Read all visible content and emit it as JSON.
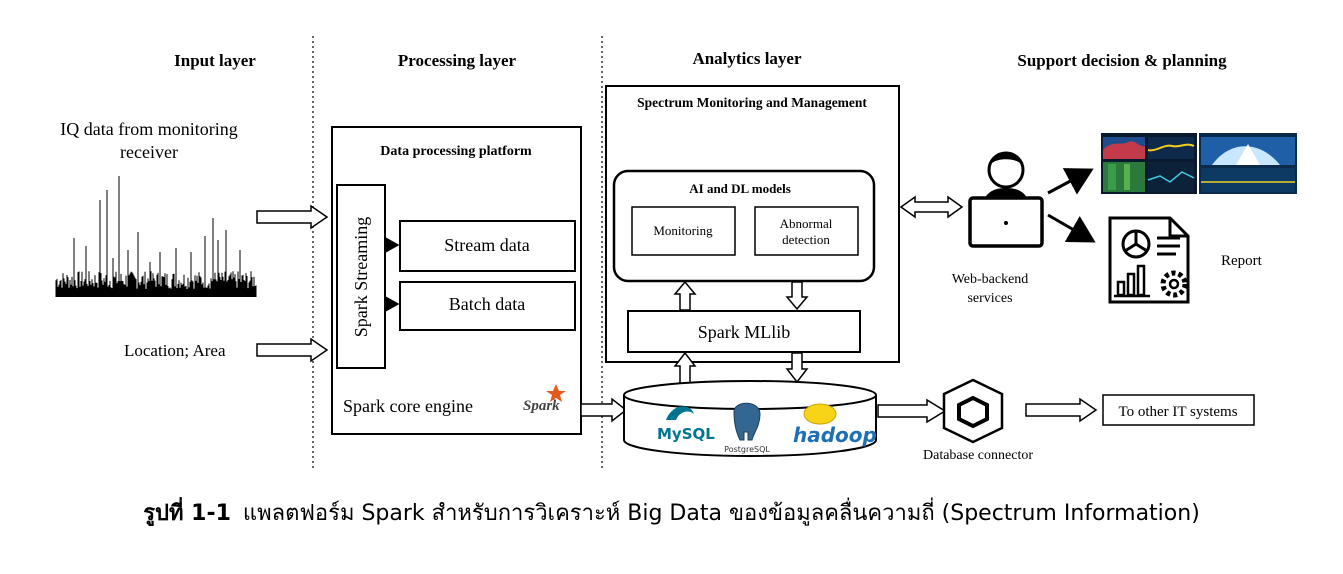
{
  "layers": {
    "input": "Input layer",
    "processing": "Processing layer",
    "analytics": "Analytics layer",
    "support": "Support decision & planning"
  },
  "input": {
    "iq_line1": "IQ data from monitoring",
    "iq_line2": "receiver",
    "location": "Location; Area"
  },
  "processing": {
    "platform_title": "Data processing platform",
    "streaming": "Spark Streaming",
    "stream_data": "Stream data",
    "batch_data": "Batch data",
    "core_engine": "Spark core engine",
    "spark_logo": "Spark"
  },
  "analytics": {
    "title": "Spectrum Monitoring and Management",
    "models_title": "AI and DL models",
    "monitoring": "Monitoring",
    "abnormal_line1": "Abnormal",
    "abnormal_line2": "detection",
    "mllib": "Spark MLlib"
  },
  "database": {
    "mysql": "MySQL",
    "postgres": "PostgreSQL",
    "hadoop": "hadoop"
  },
  "support": {
    "web_line1": "Web-backend",
    "web_line2": "services",
    "report": "Report",
    "connector": "Database connector",
    "other_systems": "To other IT systems"
  },
  "caption": {
    "label": "รูปที่ 1-1",
    "text": "แพลตฟอร์ม Spark สำหรับการวิเคราะห์ Big Data ของข้อมูลคลื่นความถี่ (Spectrum Information)"
  },
  "colors": {
    "spark_orange": "#e25a1c",
    "mysql_blue": "#00758f",
    "mysql_orange": "#f29111",
    "postgres_blue": "#336791",
    "hadoop_yellow": "#f7d417",
    "hadoop_blue": "#1f6fb5"
  }
}
